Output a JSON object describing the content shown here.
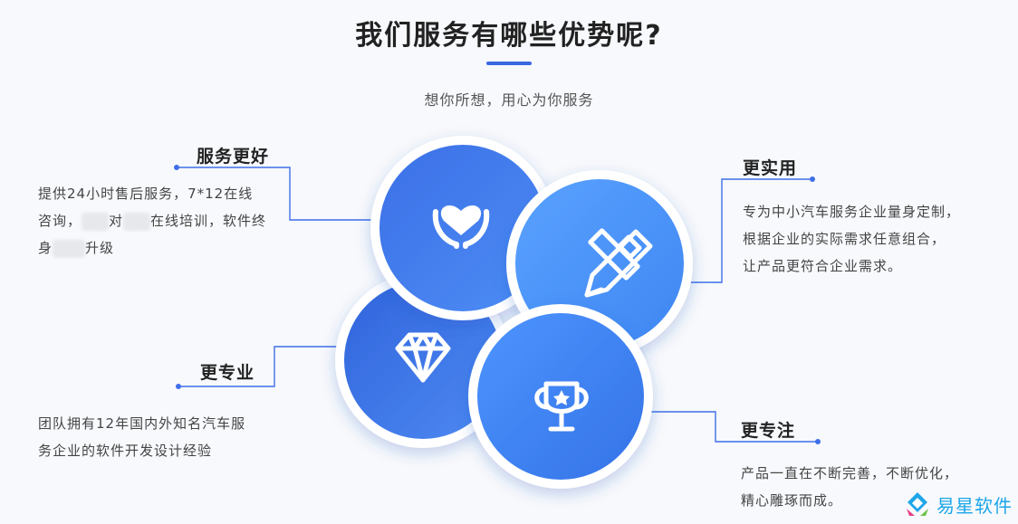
{
  "header": {
    "title": "我们服务有哪些优势呢?",
    "subtitle": "想你所想，用心为你服务"
  },
  "features": {
    "service": {
      "title": "服务更好",
      "line1": "提供24小时售后服务，7*12在线",
      "line2_a": "咨询，",
      "line2_b": "对",
      "line2_c": "在线培训，软件终",
      "line3_a": "身",
      "line3_b": "升级",
      "icon": "heart-hands-icon"
    },
    "practical": {
      "title": "更实用",
      "line1": "专为中小汽车服务企业量身定制，",
      "line2": "根据企业的实际需求任意组合，",
      "line3": "让产品更符合企业需求。",
      "icon": "pencil-ruler-icon"
    },
    "professional": {
      "title": "更专业",
      "line1": "团队拥有12年国内外知名汽车服",
      "line2": "务企业的软件开发设计经验",
      "icon": "diamond-icon"
    },
    "focus": {
      "title": "更专注",
      "line1": "产品一直在不断完善，不断优化，",
      "line2": "精心雕琢而成。",
      "icon": "trophy-icon"
    }
  },
  "brand": {
    "name": "易星软件",
    "color": "#1da6e8"
  },
  "colors": {
    "accent": "#3a68e0",
    "circle_dark": "#3a6fe6",
    "circle_light": "#5aa0ff",
    "connector": "#3f6fe8"
  }
}
